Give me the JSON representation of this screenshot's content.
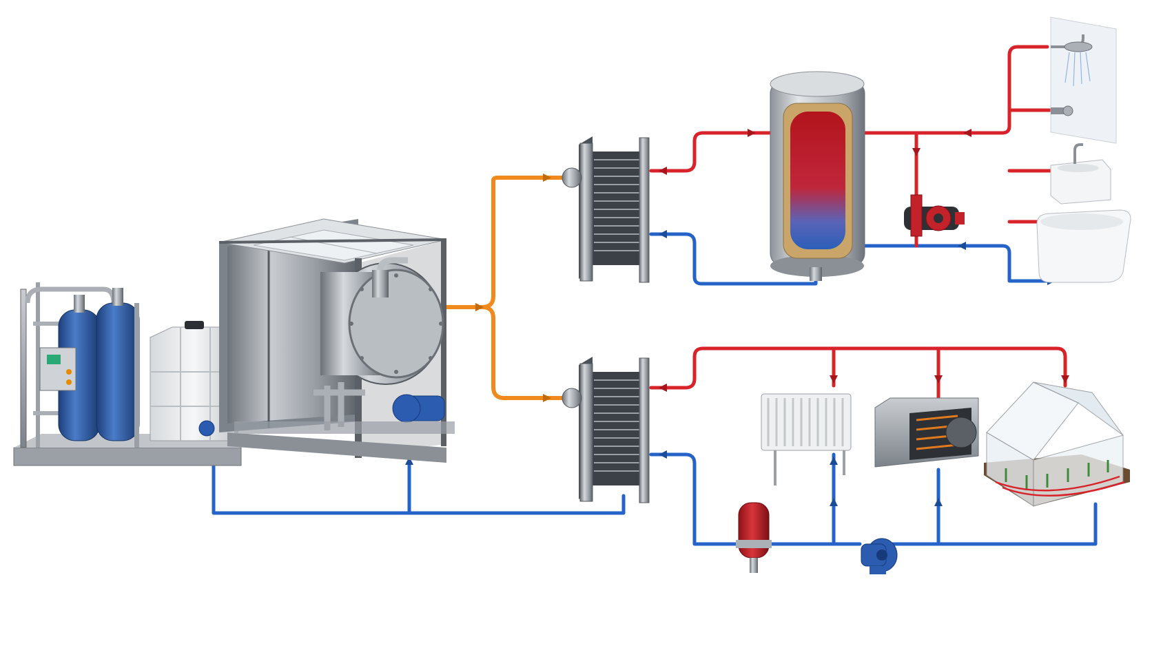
{
  "diagram": {
    "kind": "heat-recovery-system-illustration",
    "colors": {
      "background": "#ffffff",
      "hot_pipe": "#d8232a",
      "cold_pipe": "#2563c9",
      "source_pipe": "#f08a1c",
      "steel": "#8e949b",
      "steel_dark": "#4b5158",
      "vessel_blue": "#2f5ea8"
    },
    "components": [
      {
        "id": "water-treatment-unit",
        "icon": "filter-vessels-icon"
      },
      {
        "id": "storage-tank",
        "icon": "ibc-tank-icon"
      },
      {
        "id": "boiler-unit",
        "icon": "boiler-icon"
      },
      {
        "id": "heat-exchanger-upper",
        "icon": "plate-heat-exchanger-icon"
      },
      {
        "id": "heat-exchanger-lower",
        "icon": "plate-heat-exchanger-icon"
      },
      {
        "id": "hot-water-cylinder",
        "icon": "cylinder-icon"
      },
      {
        "id": "circulation-pump-upper",
        "icon": "pump-icon"
      },
      {
        "id": "shower",
        "icon": "shower-icon"
      },
      {
        "id": "washbasin",
        "icon": "sink-icon"
      },
      {
        "id": "bathtub",
        "icon": "bathtub-icon"
      },
      {
        "id": "radiator",
        "icon": "radiator-icon"
      },
      {
        "id": "fan-coil-unit",
        "icon": "fan-coil-icon"
      },
      {
        "id": "greenhouse",
        "icon": "greenhouse-icon"
      },
      {
        "id": "expansion-vessel",
        "icon": "expansion-vessel-icon"
      },
      {
        "id": "circulation-pump-lower",
        "icon": "pump-icon"
      }
    ]
  }
}
